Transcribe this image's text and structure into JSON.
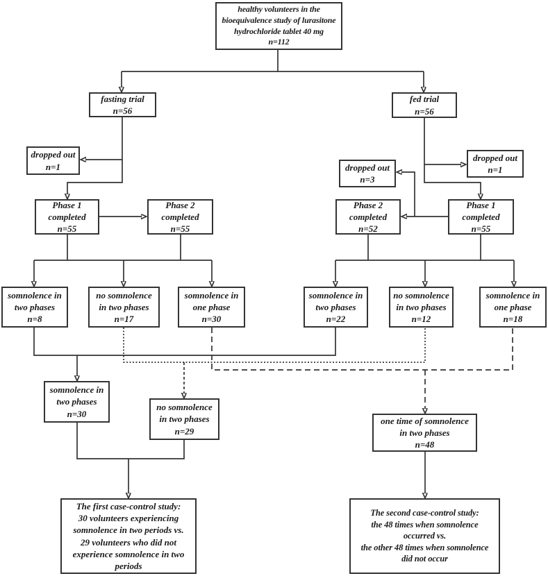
{
  "figure": {
    "background_color": "#ffffff",
    "line_color": "#333333",
    "text_color": "#1a1a1a"
  },
  "nodes": {
    "enrollment": {
      "text": "healthy volunteers in the\nbioequivalence study of lurasitone\nhydrochloride tablet 40 mg\nn=112"
    },
    "fastingTrial": {
      "text": "fasting trial\nn=56"
    },
    "fedTrial": {
      "text": "fed trial\nn=56"
    },
    "droppedFasting": {
      "text": "dropped out\nn=1"
    },
    "droppedFed1": {
      "text": "dropped out\nn=1"
    },
    "droppedFed3": {
      "text": "dropped out\nn=3"
    },
    "fastingPhase1": {
      "text": "Phase 1\ncompleted\nn=55"
    },
    "fastingPhase2": {
      "text": "Phase 2\ncompleted\nn=55"
    },
    "fedPhase2": {
      "text": "Phase 2\ncompleted\nn=52"
    },
    "fedPhase1": {
      "text": "Phase 1\ncompleted\nn=55"
    },
    "fastingSomnTwo": {
      "text": "somnolence in\ntwo phases\nn=8"
    },
    "fastingNoSomn": {
      "text": "no somnolence\nin two phases\nn=17"
    },
    "fastingSomnOne": {
      "text": "somnolence in\none phase\nn=30"
    },
    "fedSomnTwo": {
      "text": "somnolence in\ntwo phases\nn=22"
    },
    "fedNoSomn": {
      "text": "no somnolence\nin two phases\nn=12"
    },
    "fedSomnOne": {
      "text": "somnolence in\none phase\nn=18"
    },
    "combinedSomnTwo": {
      "text": "somnolence in\ntwo phases\nn=30"
    },
    "combinedNoSomn": {
      "text": "no somnolence\nin two phases\nn=29"
    },
    "combinedOneTime": {
      "text": "one time of somnolence\nin two phases\nn=48"
    },
    "study1": {
      "text": "The first case-control study:\n30 volunteers experiencing\nsomnolence in two periods vs.\n29 volunteers who did not\nexperience somnolence in two\nperiods"
    },
    "study2": {
      "text": "The second case-control study:\nthe 48 times when somnolence\noccurred vs.\nthe other 48 times when somnolence\ndid not occur"
    }
  }
}
